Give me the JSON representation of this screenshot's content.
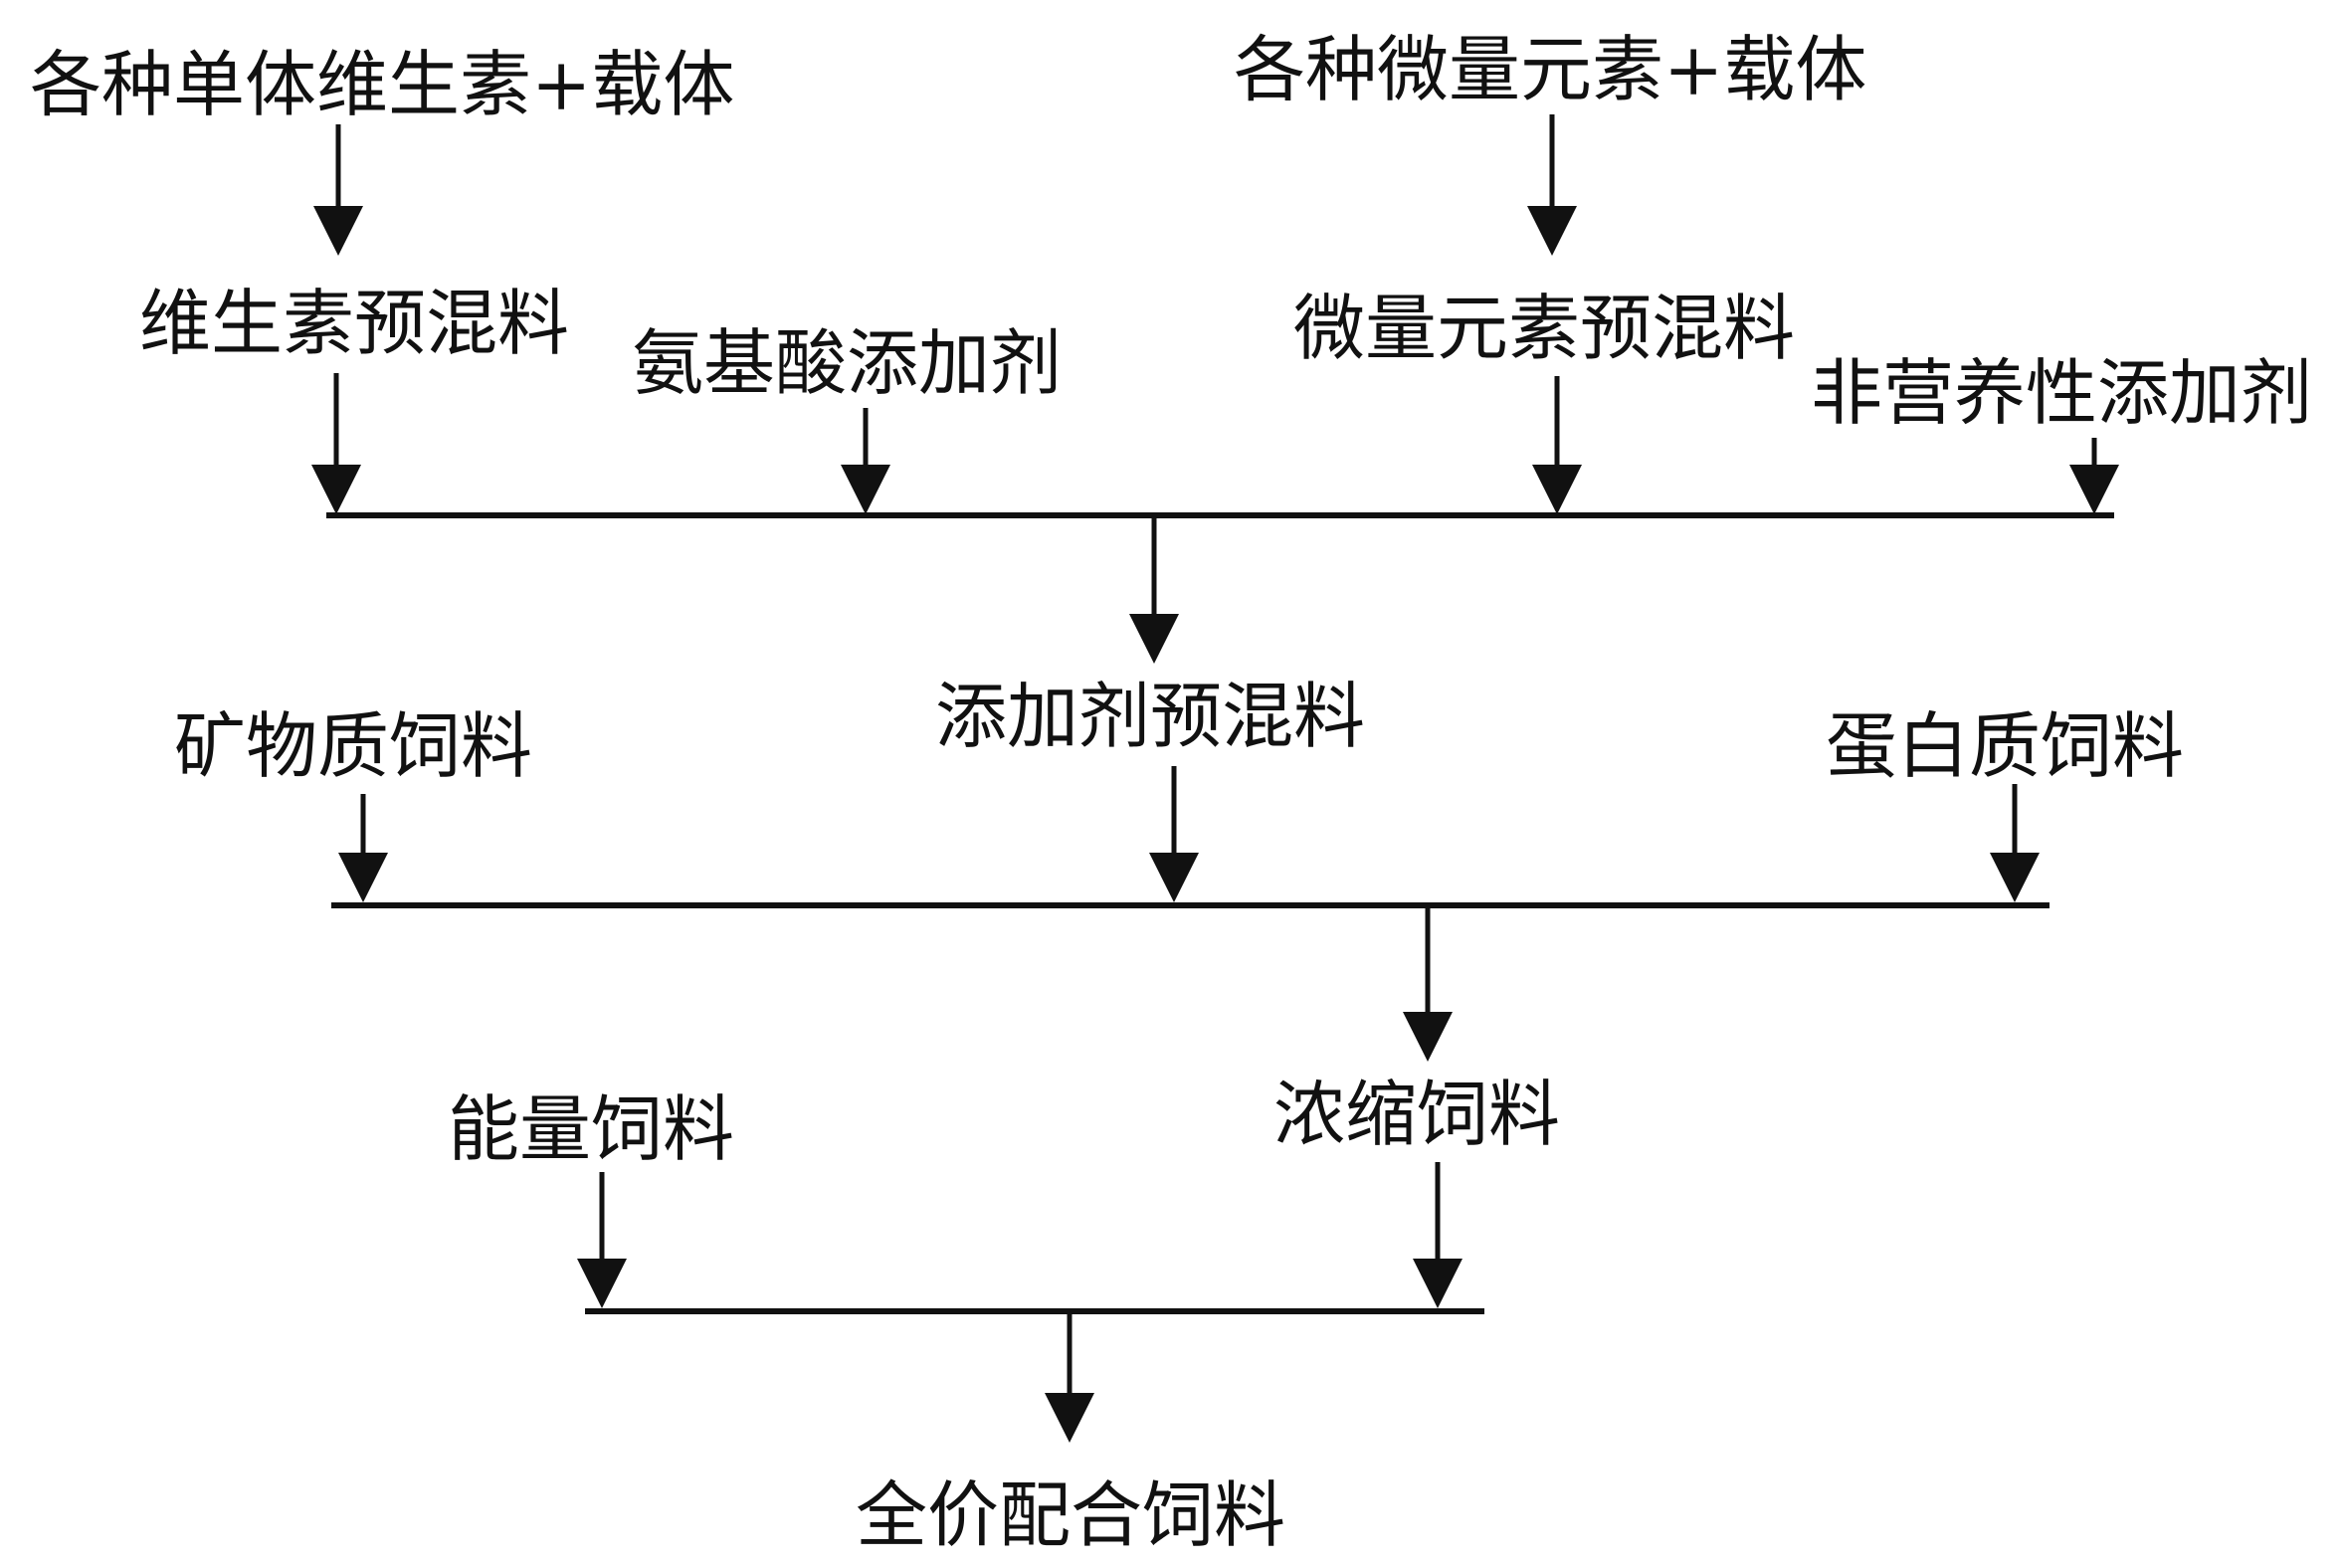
{
  "nodes": {
    "vitamins_carrier": "各种单体维生素+载体",
    "trace_elements_carrier": "各种微量元素+载体",
    "vitamin_premix": "维生素预混料",
    "amino_acid_additive": "氨基酸添加剂",
    "trace_element_premix": "微量元素预混料",
    "non_nutritive_additive": "非营养性添加剂",
    "additive_premix": "添加剂预混料",
    "mineral_feed": "矿物质饲料",
    "protein_feed": "蛋白质饲料",
    "energy_feed": "能量饲料",
    "concentrate_feed": "浓缩饲料",
    "complete_feed": "全价配合饲料"
  },
  "edges": [
    [
      "vitamins_carrier",
      "vitamin_premix"
    ],
    [
      "trace_elements_carrier",
      "trace_element_premix"
    ],
    [
      "vitamin_premix",
      "additive_premix"
    ],
    [
      "amino_acid_additive",
      "additive_premix"
    ],
    [
      "trace_element_premix",
      "additive_premix"
    ],
    [
      "non_nutritive_additive",
      "additive_premix"
    ],
    [
      "mineral_feed",
      "concentrate_feed"
    ],
    [
      "additive_premix",
      "concentrate_feed"
    ],
    [
      "protein_feed",
      "concentrate_feed"
    ],
    [
      "energy_feed",
      "complete_feed"
    ],
    [
      "concentrate_feed",
      "complete_feed"
    ]
  ]
}
